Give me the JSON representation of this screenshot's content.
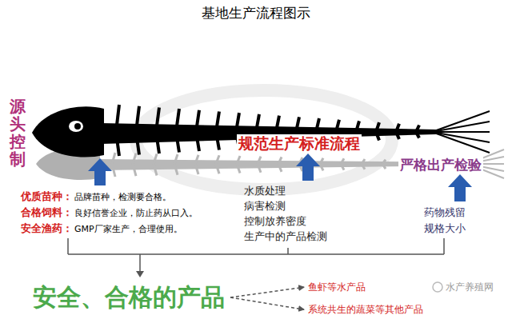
{
  "diagram": {
    "title": "基地生产流程图示",
    "nodes": [
      {
        "text": [
          "安全、合格的产品"
        ]
      },
      {
        "text": [
          "鱼虾等水产品"
        ]
      },
      {
        "text": [
          "系统共生的蔬菜等其他产品"
        ]
      }
    ],
    "edges": [
      {
        "from": 0,
        "to": 1,
        "arrow": "to"
      },
      {
        "from": 0,
        "to": 2,
        "arrow": "to"
      }
    ],
    "labels": [
      "源头控制",
      "规范生产标准流程",
      "严格出产检验",
      "优质苗种：",
      "品牌苗种，检测要合格。",
      "合格饲料：",
      "良好信誉企业，防止药从口入。",
      "安全渔药：",
      "GMP厂家生产，合理使用。",
      "水质处理",
      "病害检测",
      "控制放养密度",
      "生产中的产品检测",
      "药物残留",
      "规格大小",
      "水产养殖网"
    ]
  }
}
